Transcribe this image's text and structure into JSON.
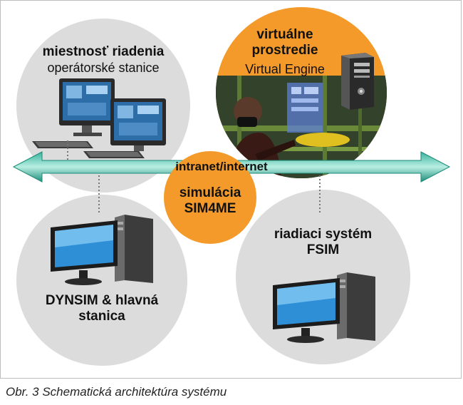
{
  "nodes": {
    "control_room": {
      "title": "miestnosť riadenia",
      "subtitle": "operátorské stanice"
    },
    "virtual_env": {
      "title_line1": "virtuálne",
      "title_line2": "prostredie",
      "subtitle": "Virtual Engine"
    },
    "simulation": {
      "line1": "simulácia",
      "line2": "SIM4ME"
    },
    "dynsim": {
      "line1": "DYNSIM & hlavná",
      "line2": "stanica"
    },
    "control_system": {
      "line1": "riadiaci systém",
      "line2": "FSIM"
    }
  },
  "network": {
    "label": "intranet/internet"
  },
  "caption": "Obr. 3 Schematická architektúra systému",
  "colors": {
    "gray_circle": "#dcdcdc",
    "orange_circle": "#f39a2a",
    "arrow": "#1f9b8a"
  }
}
